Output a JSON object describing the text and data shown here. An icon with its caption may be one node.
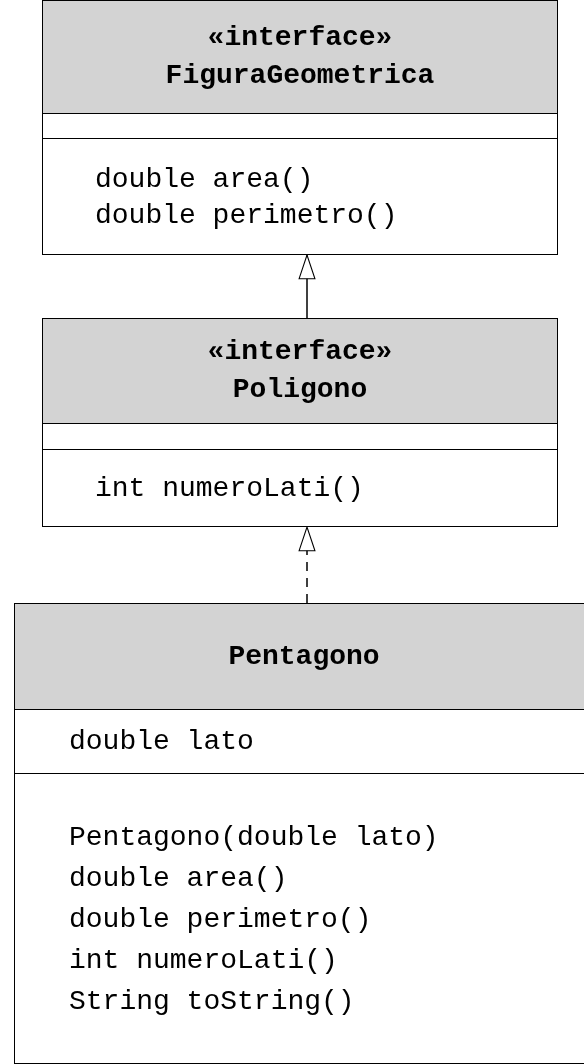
{
  "diagram": {
    "nodes": [
      {
        "text": [
          "«interface»",
          "FiguraGeometrica",
          "double area()",
          "double perimetro()"
        ]
      },
      {
        "text": [
          "«interface»",
          "Poligono",
          "int numeroLati()"
        ]
      },
      {
        "text": [
          "Pentagono",
          "double lato",
          "Pentagono(double lato)",
          "double area()",
          "double perimetro()",
          "int numeroLati()",
          "String toString()"
        ]
      }
    ],
    "edges": [
      {
        "from": 1,
        "to": 0,
        "arrow": "to"
      },
      {
        "from": 2,
        "to": 1,
        "arrow": "to",
        "style": "dashed"
      }
    ]
  }
}
